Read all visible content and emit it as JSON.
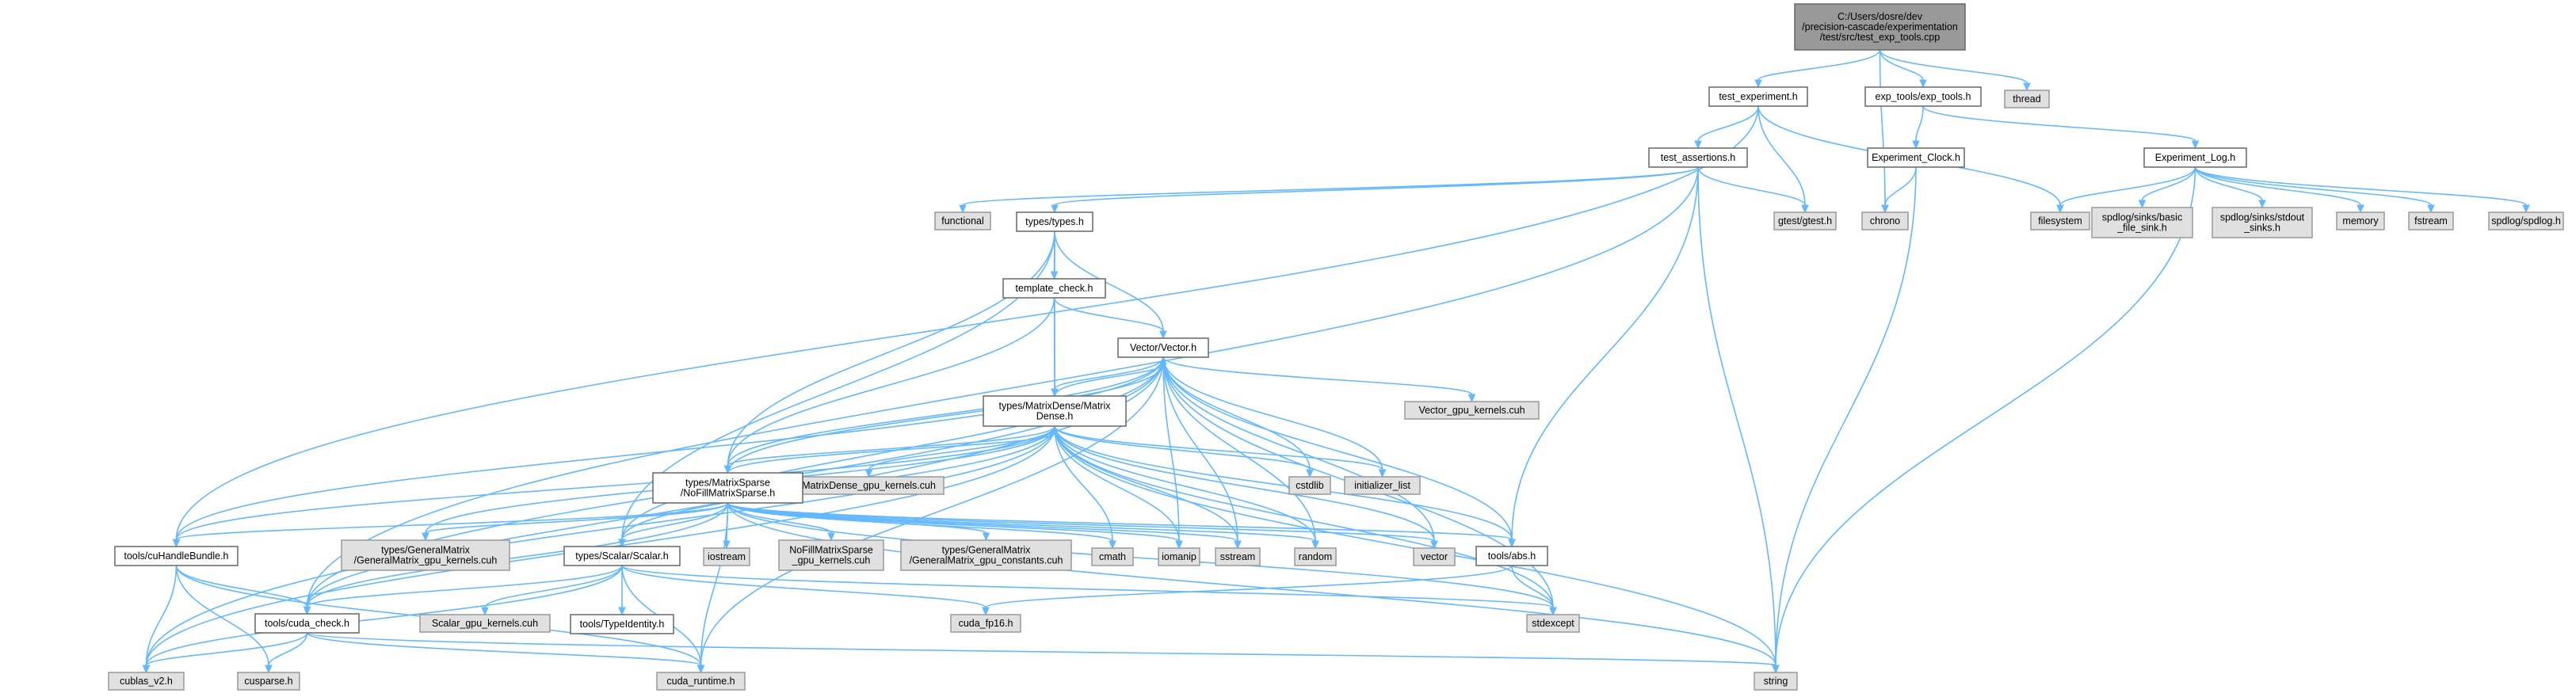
{
  "colors": {
    "root_fill": "#999999",
    "internal_fill": "#ffffff",
    "external_fill": "#e0e0e0",
    "node_border": "#666666",
    "external_border": "#999999",
    "edge": "#63b8ff"
  },
  "nodes": [
    {
      "id": "root",
      "kind": "root",
      "lines": [
        "C:/Users/dosre/dev",
        "/precision-cascade/experimentation",
        "/test/src/test_exp_tools.cpp"
      ]
    },
    {
      "id": "test_experiment",
      "kind": "internal",
      "lines": [
        "test_experiment.h"
      ]
    },
    {
      "id": "exp_tools",
      "kind": "internal",
      "lines": [
        "exp_tools/exp_tools.h"
      ]
    },
    {
      "id": "thread",
      "kind": "external",
      "lines": [
        "thread"
      ]
    },
    {
      "id": "test_assertions",
      "kind": "internal",
      "lines": [
        "test_assertions.h"
      ]
    },
    {
      "id": "experiment_clock",
      "kind": "internal",
      "lines": [
        "Experiment_Clock.h"
      ]
    },
    {
      "id": "experiment_log",
      "kind": "internal",
      "lines": [
        "Experiment_Log.h"
      ]
    },
    {
      "id": "functional",
      "kind": "external",
      "lines": [
        "functional"
      ]
    },
    {
      "id": "types_types",
      "kind": "internal",
      "lines": [
        "types/types.h"
      ]
    },
    {
      "id": "gtest",
      "kind": "external",
      "lines": [
        "gtest/gtest.h"
      ]
    },
    {
      "id": "chrono",
      "kind": "external",
      "lines": [
        "chrono"
      ]
    },
    {
      "id": "filesystem",
      "kind": "external",
      "lines": [
        "filesystem"
      ]
    },
    {
      "id": "spdlog_basic",
      "kind": "external",
      "lines": [
        "spdlog/sinks/basic",
        "_file_sink.h"
      ]
    },
    {
      "id": "spdlog_stdout",
      "kind": "external",
      "lines": [
        "spdlog/sinks/stdout",
        "_sinks.h"
      ]
    },
    {
      "id": "memory",
      "kind": "external",
      "lines": [
        "memory"
      ]
    },
    {
      "id": "fstream",
      "kind": "external",
      "lines": [
        "fstream"
      ]
    },
    {
      "id": "spdlog",
      "kind": "external",
      "lines": [
        "spdlog/spdlog.h"
      ]
    },
    {
      "id": "template_check",
      "kind": "internal",
      "lines": [
        "template_check.h"
      ]
    },
    {
      "id": "vector_h",
      "kind": "internal",
      "lines": [
        "Vector/Vector.h"
      ]
    },
    {
      "id": "vector_gpu",
      "kind": "external",
      "lines": [
        "Vector_gpu_kernels.cuh"
      ]
    },
    {
      "id": "matrix_dense",
      "kind": "internal",
      "lines": [
        "types/MatrixDense/Matrix",
        "Dense.h"
      ]
    },
    {
      "id": "md_gpu",
      "kind": "external",
      "lines": [
        "MatrixDense_gpu_kernels.cuh"
      ]
    },
    {
      "id": "cstdlib",
      "kind": "external",
      "lines": [
        "cstdlib"
      ]
    },
    {
      "id": "initializer_list",
      "kind": "external",
      "lines": [
        "initializer_list"
      ]
    },
    {
      "id": "matrix_sparse",
      "kind": "internal",
      "lines": [
        "types/MatrixSparse",
        "/NoFillMatrixSparse.h"
      ]
    },
    {
      "id": "cuhandle",
      "kind": "internal",
      "lines": [
        "tools/cuHandleBundle.h"
      ]
    },
    {
      "id": "gm_kernels",
      "kind": "external",
      "lines": [
        "types/GeneralMatrix",
        "/GeneralMatrix_gpu_kernels.cuh"
      ]
    },
    {
      "id": "scalar",
      "kind": "internal",
      "lines": [
        "types/Scalar/Scalar.h"
      ]
    },
    {
      "id": "iostream",
      "kind": "external",
      "lines": [
        "iostream"
      ]
    },
    {
      "id": "nofill_gpu",
      "kind": "external",
      "lines": [
        "NoFillMatrixSparse",
        "_gpu_kernels.cuh"
      ]
    },
    {
      "id": "gm_const",
      "kind": "external",
      "lines": [
        "types/GeneralMatrix",
        "/GeneralMatrix_gpu_constants.cuh"
      ]
    },
    {
      "id": "cmath",
      "kind": "external",
      "lines": [
        "cmath"
      ]
    },
    {
      "id": "iomanip",
      "kind": "external",
      "lines": [
        "iomanip"
      ]
    },
    {
      "id": "sstream",
      "kind": "external",
      "lines": [
        "sstream"
      ]
    },
    {
      "id": "random",
      "kind": "external",
      "lines": [
        "random"
      ]
    },
    {
      "id": "vector_std",
      "kind": "external",
      "lines": [
        "vector"
      ]
    },
    {
      "id": "abs",
      "kind": "internal",
      "lines": [
        "tools/abs.h"
      ]
    },
    {
      "id": "cuda_check",
      "kind": "internal",
      "lines": [
        "tools/cuda_check.h"
      ]
    },
    {
      "id": "scalar_gpu",
      "kind": "external",
      "lines": [
        "Scalar_gpu_kernels.cuh"
      ]
    },
    {
      "id": "type_identity",
      "kind": "internal",
      "lines": [
        "tools/TypeIdentity.h"
      ]
    },
    {
      "id": "cuda_fp16",
      "kind": "external",
      "lines": [
        "cuda_fp16.h"
      ]
    },
    {
      "id": "stdexcept",
      "kind": "external",
      "lines": [
        "stdexcept"
      ]
    },
    {
      "id": "cublas",
      "kind": "external",
      "lines": [
        "cublas_v2.h"
      ]
    },
    {
      "id": "cusparse",
      "kind": "external",
      "lines": [
        "cusparse.h"
      ]
    },
    {
      "id": "cuda_runtime",
      "kind": "external",
      "lines": [
        "cuda_runtime.h"
      ]
    },
    {
      "id": "string",
      "kind": "external",
      "lines": [
        "string"
      ]
    }
  ],
  "edges": [
    [
      "root",
      "test_experiment"
    ],
    [
      "root",
      "exp_tools"
    ],
    [
      "root",
      "thread"
    ],
    [
      "root",
      "chrono"
    ],
    [
      "test_experiment",
      "test_assertions"
    ],
    [
      "test_experiment",
      "gtest"
    ],
    [
      "test_experiment",
      "filesystem"
    ],
    [
      "test_experiment",
      "cuhandle"
    ],
    [
      "exp_tools",
      "experiment_clock"
    ],
    [
      "exp_tools",
      "experiment_log"
    ],
    [
      "experiment_clock",
      "chrono"
    ],
    [
      "experiment_clock",
      "string"
    ],
    [
      "experiment_log",
      "filesystem"
    ],
    [
      "experiment_log",
      "spdlog_basic"
    ],
    [
      "experiment_log",
      "spdlog_stdout"
    ],
    [
      "experiment_log",
      "memory"
    ],
    [
      "experiment_log",
      "fstream"
    ],
    [
      "experiment_log",
      "spdlog"
    ],
    [
      "experiment_log",
      "string"
    ],
    [
      "test_assertions",
      "functional"
    ],
    [
      "test_assertions",
      "types_types"
    ],
    [
      "test_assertions",
      "gtest"
    ],
    [
      "test_assertions",
      "string"
    ],
    [
      "test_assertions",
      "abs"
    ],
    [
      "test_assertions",
      "cuda_check"
    ],
    [
      "types_types",
      "template_check"
    ],
    [
      "types_types",
      "vector_h"
    ],
    [
      "types_types",
      "matrix_dense"
    ],
    [
      "types_types",
      "matrix_sparse"
    ],
    [
      "types_types",
      "scalar"
    ],
    [
      "template_check",
      "vector_h"
    ],
    [
      "template_check",
      "matrix_dense"
    ],
    [
      "template_check",
      "matrix_sparse"
    ],
    [
      "vector_h",
      "vector_gpu"
    ],
    [
      "vector_h",
      "matrix_dense"
    ],
    [
      "vector_h",
      "matrix_sparse"
    ],
    [
      "vector_h",
      "cstdlib"
    ],
    [
      "vector_h",
      "initializer_list"
    ],
    [
      "vector_h",
      "scalar"
    ],
    [
      "vector_h",
      "cuhandle"
    ],
    [
      "vector_h",
      "cuda_check"
    ],
    [
      "vector_h",
      "cublas"
    ],
    [
      "vector_h",
      "cuda_runtime"
    ],
    [
      "vector_h",
      "abs"
    ],
    [
      "vector_h",
      "stdexcept"
    ],
    [
      "vector_h",
      "vector_std"
    ],
    [
      "vector_h",
      "random"
    ],
    [
      "vector_h",
      "iomanip"
    ],
    [
      "vector_h",
      "sstream"
    ],
    [
      "matrix_dense",
      "vector_h"
    ],
    [
      "matrix_dense",
      "md_gpu"
    ],
    [
      "matrix_dense",
      "matrix_sparse"
    ],
    [
      "matrix_dense",
      "cstdlib"
    ],
    [
      "matrix_dense",
      "initializer_list"
    ],
    [
      "matrix_dense",
      "gm_kernels"
    ],
    [
      "matrix_dense",
      "scalar"
    ],
    [
      "matrix_dense",
      "cuhandle"
    ],
    [
      "matrix_dense",
      "cuda_check"
    ],
    [
      "matrix_dense",
      "cublas"
    ],
    [
      "matrix_dense",
      "cmath"
    ],
    [
      "matrix_dense",
      "iomanip"
    ],
    [
      "matrix_dense",
      "sstream"
    ],
    [
      "matrix_dense",
      "random"
    ],
    [
      "matrix_dense",
      "vector_std"
    ],
    [
      "matrix_dense",
      "abs"
    ],
    [
      "matrix_dense",
      "stdexcept"
    ],
    [
      "matrix_dense",
      "string"
    ],
    [
      "matrix_sparse",
      "vector_h"
    ],
    [
      "matrix_sparse",
      "matrix_dense"
    ],
    [
      "matrix_sparse",
      "cuhandle"
    ],
    [
      "matrix_sparse",
      "gm_kernels"
    ],
    [
      "matrix_sparse",
      "scalar"
    ],
    [
      "matrix_sparse",
      "iostream"
    ],
    [
      "matrix_sparse",
      "nofill_gpu"
    ],
    [
      "matrix_sparse",
      "gm_const"
    ],
    [
      "matrix_sparse",
      "cmath"
    ],
    [
      "matrix_sparse",
      "iomanip"
    ],
    [
      "matrix_sparse",
      "sstream"
    ],
    [
      "matrix_sparse",
      "random"
    ],
    [
      "matrix_sparse",
      "vector_std"
    ],
    [
      "matrix_sparse",
      "abs"
    ],
    [
      "matrix_sparse",
      "cuda_check"
    ],
    [
      "matrix_sparse",
      "cuda_runtime"
    ],
    [
      "matrix_sparse",
      "stdexcept"
    ],
    [
      "matrix_sparse",
      "string"
    ],
    [
      "cuhandle",
      "cuda_check"
    ],
    [
      "cuhandle",
      "cublas"
    ],
    [
      "cuhandle",
      "cusparse"
    ],
    [
      "cuhandle",
      "cuda_runtime"
    ],
    [
      "scalar",
      "cuda_check"
    ],
    [
      "scalar",
      "scalar_gpu"
    ],
    [
      "scalar",
      "type_identity"
    ],
    [
      "scalar",
      "cuda_fp16"
    ],
    [
      "scalar",
      "stdexcept"
    ],
    [
      "scalar",
      "cuda_runtime"
    ],
    [
      "scalar",
      "cublas"
    ],
    [
      "abs",
      "cuda_fp16"
    ],
    [
      "abs",
      "stdexcept"
    ],
    [
      "cuda_check",
      "cublas"
    ],
    [
      "cuda_check",
      "cusparse"
    ],
    [
      "cuda_check",
      "cuda_runtime"
    ],
    [
      "cuda_check",
      "string"
    ]
  ]
}
